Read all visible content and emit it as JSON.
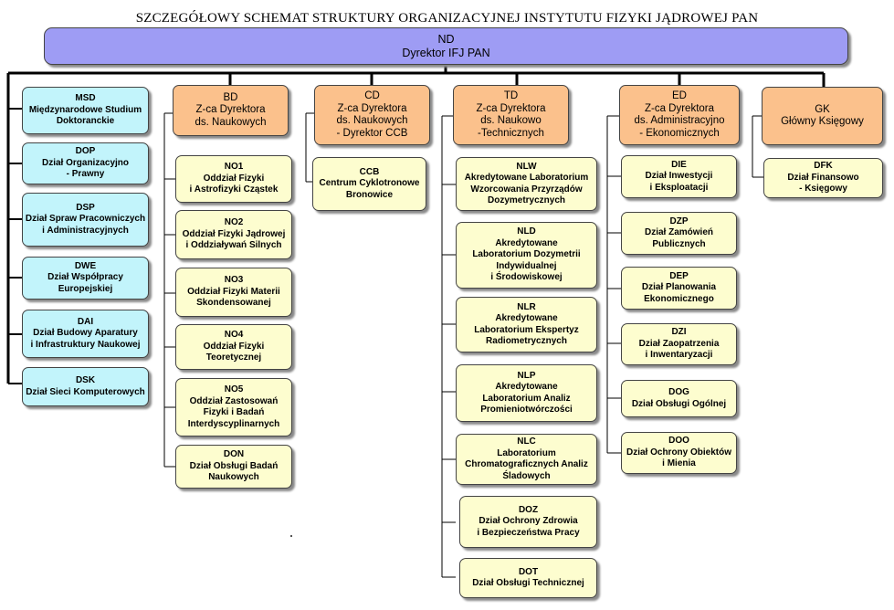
{
  "title": "SZCZEGÓŁOWY SCHEMAT STRUKTURY ORGANIZACYJNEJ INSTYTUTU FIZYKI JĄDROWEJ PAN",
  "colors": {
    "root": "#9e9cf4",
    "head": "#fbc18c",
    "staff": "#c2f4fb",
    "unit": "#fdfdcf"
  },
  "root": {
    "code": "ND",
    "name": "Dyrektor IFJ PAN"
  },
  "staff": [
    {
      "code": "MSD",
      "name": "Międzynarodowe Studium\nDoktoranckie"
    },
    {
      "code": "DOP",
      "name": "Dział Organizacyjno\n- Prawny"
    },
    {
      "code": "DSP",
      "name": "Dział Spraw Pracowniczych\ni Administracyjnych"
    },
    {
      "code": "DWE",
      "name": "Dział Współpracy\nEuropejskiej"
    },
    {
      "code": "DAI",
      "name": "Dział Budowy Aparatury\ni Infrastruktury Naukowej"
    },
    {
      "code": "DSK",
      "name": "Dział Sieci Komputerowych"
    }
  ],
  "heads": [
    {
      "code": "BD",
      "name": "Z-ca Dyrektora\nds. Naukowych"
    },
    {
      "code": "CD",
      "name": "Z-ca Dyrektora\nds. Naukowych\n- Dyrektor CCB"
    },
    {
      "code": "TD",
      "name": "Z-ca Dyrektora\nds. Naukowo\n-Technicznych"
    },
    {
      "code": "ED",
      "name": "Z-ca Dyrektora\nds. Administracyjno\n- Ekonomicznych"
    },
    {
      "code": "GK",
      "name": "Główny Księgowy"
    }
  ],
  "bd_units": [
    {
      "code": "NO1",
      "name": "Oddział Fizyki\ni Astrofizyki Cząstek"
    },
    {
      "code": "NO2",
      "name": "Oddział Fizyki Jądrowej\ni Oddziaływań Silnych"
    },
    {
      "code": "NO3",
      "name": "Oddział Fizyki Materii\nSkondensowanej"
    },
    {
      "code": "NO4",
      "name": "Oddział Fizyki\nTeoretycznej"
    },
    {
      "code": "NO5",
      "name": "Oddział Zastosowań\nFizyki i Badań\nInterdyscyplinarnych"
    },
    {
      "code": "DON",
      "name": "Dział Obsługi Badań\nNaukowych"
    }
  ],
  "cd_units": [
    {
      "code": "CCB",
      "name": "Centrum Cyklotronowe\nBronowice"
    }
  ],
  "td_units": [
    {
      "code": "NLW",
      "name": "Akredytowane Laboratorium\nWzorcowania Przyrządów\nDozymetrycznych"
    },
    {
      "code": "NLD",
      "name": "Akredytowane\nLaboratorium Dozymetrii\nIndywidualnej\ni Środowiskowej"
    },
    {
      "code": "NLR",
      "name": "Akredytowane\nLaboratorium Ekspertyz\nRadiometrycznych"
    },
    {
      "code": "NLP",
      "name": "Akredytowane\nLaboratorium Analiz\nPromieniotwórczości"
    },
    {
      "code": "NLC",
      "name": "Laboratorium\nChromatograficznych Analiz\nŚladowych"
    },
    {
      "code": "DOZ",
      "name": "Dział Ochrony Zdrowia\ni Bezpieczeństwa Pracy"
    },
    {
      "code": "DOT",
      "name": "Dział Obsługi Technicznej"
    }
  ],
  "ed_units": [
    {
      "code": "DIE",
      "name": "Dział Inwestycji\ni Eksploatacji"
    },
    {
      "code": "DZP",
      "name": "Dział Zamówień\nPublicznych"
    },
    {
      "code": "DEP",
      "name": "Dział Planowania\nEkonomicznego"
    },
    {
      "code": "DZI",
      "name": "Dział Zaopatrzenia\ni Inwentaryzacji"
    },
    {
      "code": "DOG",
      "name": "Dział Obsługi Ogólnej"
    },
    {
      "code": "DOO",
      "name": "Dział Ochrony Obiektów\ni Mienia"
    }
  ],
  "gk_units": [
    {
      "code": "DFK",
      "name": "Dział Finansowo\n- Księgowy"
    }
  ]
}
